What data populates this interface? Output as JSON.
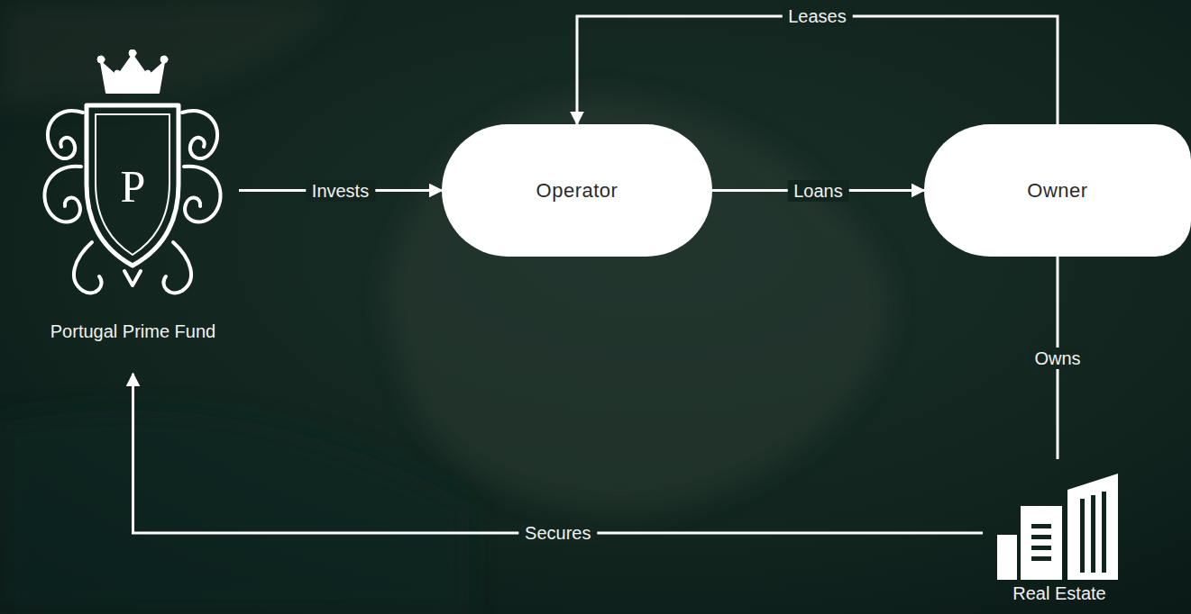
{
  "diagram": {
    "nodes": [
      {
        "text": [
          "P",
          "Portugal Prime Fund"
        ]
      },
      {
        "text": [
          "Operator"
        ]
      },
      {
        "text": [
          "Owner"
        ]
      },
      {
        "text": [
          "Real Estate"
        ]
      }
    ],
    "edges": [
      {
        "from": 0,
        "to": 1,
        "label": "Invests",
        "arrow": "to"
      },
      {
        "from": 1,
        "to": 2,
        "label": "Loans",
        "arrow": "to"
      },
      {
        "from": 2,
        "to": 1,
        "label": "Leases",
        "arrow": "to"
      },
      {
        "from": 2,
        "to": 3,
        "label": "Owns",
        "arrow": "none"
      },
      {
        "from": 3,
        "to": 0,
        "label": "Secures",
        "arrow": "to"
      }
    ]
  }
}
